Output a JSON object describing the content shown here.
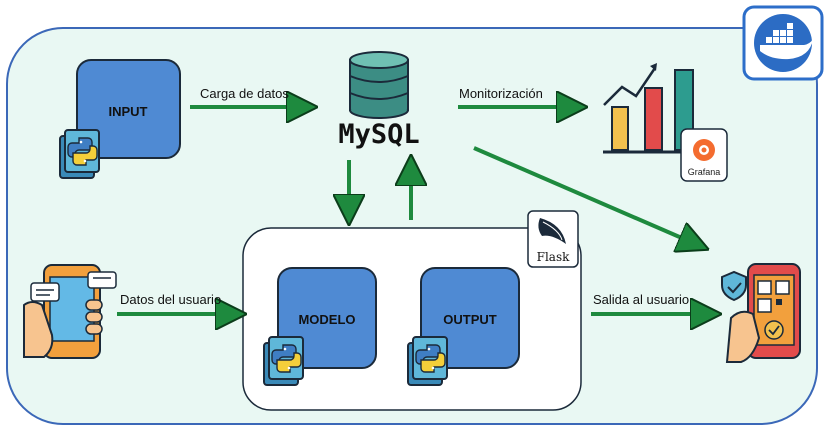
{
  "boxes": {
    "input": "INPUT",
    "modelo": "MODELO",
    "output": "OUTPUT"
  },
  "database": {
    "name": "MySQL"
  },
  "arrows": {
    "carga": "Carga de datos",
    "monitorizacion": "Monitorización",
    "datos_usuario": "Datos del usuario",
    "salida_usuario": "Salida al usuario"
  },
  "logos": {
    "grafana": "Grafana",
    "flask": "Flask"
  },
  "icons": [
    "docker-icon",
    "python-icon",
    "database-icon",
    "bar-chart-icon",
    "grafana-icon",
    "flask-icon",
    "phone-user-icon",
    "secure-phone-icon"
  ],
  "colors": {
    "background": "#e9f8f3",
    "border": "#3b68b8",
    "box": "#4f8ad3",
    "arrow": "#1e8a3e"
  }
}
